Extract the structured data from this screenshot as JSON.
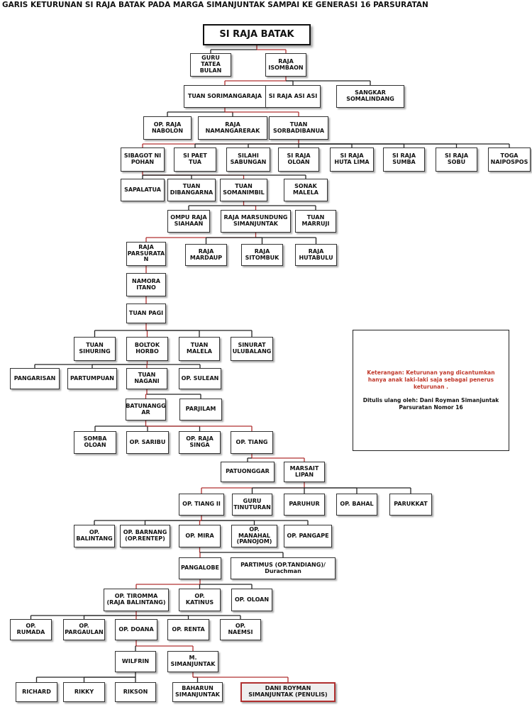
{
  "title": "GARIS KETURUNAN SI RAJA BATAK PADA MARGA SIMANJUNTAK SAMPAI KE GENERASI 16 PARSURATAN",
  "note": {
    "line1": "Keterangan: Keturunan yang dicantumkan hanya anak laki-laki saja sebagai penerus keturunan .",
    "line2": "Ditulis ulang oleh: Dani Royman Simanjuntak",
    "line3": "Parsuratan Nomor 16"
  },
  "nodes": [
    {
      "id": "si_raja_batak",
      "label": "SI RAJA BATAK",
      "highlight": "root"
    },
    {
      "id": "guru_tatea_bulan",
      "label": "GURU TATEA BULAN"
    },
    {
      "id": "raja_isombaon",
      "label": "RAJA ISOMBAON"
    },
    {
      "id": "tuan_sorimangaraja",
      "label": "TUAN SORIMANGARAJA"
    },
    {
      "id": "si_raja_asi_asi",
      "label": "SI RAJA ASI ASI"
    },
    {
      "id": "sangkar_somalindang",
      "label": "SANGKAR SOMALINDANG"
    },
    {
      "id": "op_raja_nabolon",
      "label": "OP. RAJA NABOLON"
    },
    {
      "id": "raja_namangarerak",
      "label": "RAJA NAMANGARERAK"
    },
    {
      "id": "tuan_sorbadibanua",
      "label": "TUAN SORBADIBANUA"
    },
    {
      "id": "sibagot_ni_pohan",
      "label": "SIBAGOT NI POHAN"
    },
    {
      "id": "si_paet_tua",
      "label": "SI PAET TUA"
    },
    {
      "id": "silahi_sabungan",
      "label": "SILAHI SABUNGAN"
    },
    {
      "id": "si_raja_oloan",
      "label": "SI RAJA OLOAN"
    },
    {
      "id": "si_raja_huta_lima",
      "label": "SI RAJA HUTA LIMA"
    },
    {
      "id": "si_raja_sumba",
      "label": "SI RAJA SUMBA"
    },
    {
      "id": "si_raja_sobu",
      "label": "SI RAJA SOBU"
    },
    {
      "id": "toga_naipospos",
      "label": "TOGA NAIPOSPOS"
    },
    {
      "id": "sapalatua",
      "label": "SAPALATUA"
    },
    {
      "id": "tuan_dibangarna",
      "label": "TUAN DIBANGARNA"
    },
    {
      "id": "tuan_somanimbil",
      "label": "TUAN SOMANIMBIL"
    },
    {
      "id": "sonak_malela",
      "label": "SONAK MALELA"
    },
    {
      "id": "ompu_raja_siahaan",
      "label": "OMPU RAJA SIAHAAN"
    },
    {
      "id": "raja_marsundung",
      "label": "RAJA MARSUNDUNG SIMANJUNTAK"
    },
    {
      "id": "tuan_marruji",
      "label": "TUAN MARRUJI"
    },
    {
      "id": "raja_parsuratan",
      "label": "RAJA PARSURATA N"
    },
    {
      "id": "raja_mardaup",
      "label": "RAJA MARDAUP"
    },
    {
      "id": "raja_sitombuk",
      "label": "RAJA SITOMBUK"
    },
    {
      "id": "raja_hutabulu",
      "label": "RAJA HUTABULU"
    },
    {
      "id": "namora_itano",
      "label": "NAMORA ITANO"
    },
    {
      "id": "tuan_pagi",
      "label": "TUAN PAGI"
    },
    {
      "id": "tuan_sihuring",
      "label": "TUAN SIHURING"
    },
    {
      "id": "boltok_horbo",
      "label": "BOLTOK HORBO"
    },
    {
      "id": "tuan_malela",
      "label": "TUAN MALELA"
    },
    {
      "id": "sinurat_ulubalang",
      "label": "SINURAT ULUBALANG"
    },
    {
      "id": "pangarisan",
      "label": "PANGARISAN"
    },
    {
      "id": "partumpuan",
      "label": "PARTUMPUAN"
    },
    {
      "id": "tuan_nagani",
      "label": "TUAN NAGANI"
    },
    {
      "id": "op_sulean",
      "label": "OP. SULEAN"
    },
    {
      "id": "batunanggar",
      "label": "BATUNANGG AR"
    },
    {
      "id": "parjilam",
      "label": "PARJILAM"
    },
    {
      "id": "somba_oloan",
      "label": "SOMBA OLOAN"
    },
    {
      "id": "op_saribu",
      "label": "OP. SARIBU"
    },
    {
      "id": "op_raja_singa",
      "label": "OP. RAJA SINGA"
    },
    {
      "id": "op_tiang",
      "label": "OP. TIANG"
    },
    {
      "id": "patuonggar",
      "label": "PATUONGGAR"
    },
    {
      "id": "marsait_lipan",
      "label": "MARSAIT LIPAN"
    },
    {
      "id": "op_tiang_ii",
      "label": "OP. TIANG II"
    },
    {
      "id": "guru_tinuturan",
      "label": "GURU TINUTURAN"
    },
    {
      "id": "paruhur",
      "label": "PARUHUR"
    },
    {
      "id": "op_bahal",
      "label": "OP. BAHAL"
    },
    {
      "id": "parukkat",
      "label": "PARUKKAT"
    },
    {
      "id": "op_balintang",
      "label": "OP. BALINTANG"
    },
    {
      "id": "op_barnang",
      "label": "OP. BARNANG (OP.RENTEP)"
    },
    {
      "id": "op_mira",
      "label": "OP. MIRA"
    },
    {
      "id": "op_manahal",
      "label": "OP. MANAHAL (PANOJOM)"
    },
    {
      "id": "op_pangape",
      "label": "OP. PANGAPE"
    },
    {
      "id": "pangalobe",
      "label": "PANGALOBE"
    },
    {
      "id": "partimus",
      "label": "PARTIMUS (OP.TANDIANG)/ Durachman"
    },
    {
      "id": "op_tiromma",
      "label": "OP. TIROMMA (RAJA BALINTANG)"
    },
    {
      "id": "op_katinus",
      "label": "OP. KATINUS"
    },
    {
      "id": "op_oloan",
      "label": "OP. OLOAN"
    },
    {
      "id": "op_rumada",
      "label": "OP. RUMADA"
    },
    {
      "id": "op_pargaulan",
      "label": "OP. PARGAULAN"
    },
    {
      "id": "op_doana",
      "label": "OP. DOANA"
    },
    {
      "id": "op_renta",
      "label": "OP. RENTA"
    },
    {
      "id": "op_naemsi",
      "label": "OP. NAEMSI"
    },
    {
      "id": "wilfrin",
      "label": "WILFRIN"
    },
    {
      "id": "m_simanjuntak",
      "label": "M. SIMANJUNTAK"
    },
    {
      "id": "richard",
      "label": "RICHARD"
    },
    {
      "id": "rikky",
      "label": "RIKKY"
    },
    {
      "id": "rikson",
      "label": "RIKSON"
    },
    {
      "id": "baharun_simanjuntak",
      "label": "BAHARUN SIMANJUNTAK"
    },
    {
      "id": "dani_royman",
      "label": "DANI ROYMAN SIMANJUNTAK (PENULIS)",
      "highlight": "author"
    }
  ],
  "edges": [
    {
      "parent": "si_raja_batak",
      "children": [
        "guru_tatea_bulan",
        "raja_isombaon"
      ],
      "lineage": "raja_isombaon"
    },
    {
      "parent": "raja_isombaon",
      "children": [
        "tuan_sorimangaraja",
        "si_raja_asi_asi",
        "sangkar_somalindang"
      ],
      "lineage": "tuan_sorimangaraja"
    },
    {
      "parent": "tuan_sorimangaraja",
      "children": [
        "op_raja_nabolon",
        "raja_namangarerak",
        "tuan_sorbadibanua"
      ],
      "lineage": "tuan_sorbadibanua"
    },
    {
      "parent": "tuan_sorbadibanua",
      "children": [
        "sibagot_ni_pohan",
        "si_paet_tua",
        "silahi_sabungan",
        "si_raja_oloan",
        "si_raja_huta_lima",
        "si_raja_sumba",
        "si_raja_sobu",
        "toga_naipospos"
      ],
      "lineage": "sibagot_ni_pohan"
    },
    {
      "parent": "sibagot_ni_pohan",
      "children": [
        "sapalatua",
        "tuan_dibangarna",
        "tuan_somanimbil",
        "sonak_malela"
      ],
      "lineage": "tuan_somanimbil"
    },
    {
      "parent": "tuan_somanimbil",
      "children": [
        "ompu_raja_siahaan",
        "raja_marsundung",
        "tuan_marruji"
      ],
      "lineage": "raja_marsundung"
    },
    {
      "parent": "raja_marsundung",
      "children": [
        "raja_parsuratan",
        "raja_mardaup",
        "raja_sitombuk",
        "raja_hutabulu"
      ],
      "lineage": "raja_parsuratan"
    },
    {
      "parent": "raja_parsuratan",
      "children": [
        "namora_itano"
      ],
      "lineage": "namora_itano"
    },
    {
      "parent": "namora_itano",
      "children": [
        "tuan_pagi"
      ],
      "lineage": "tuan_pagi"
    },
    {
      "parent": "tuan_pagi",
      "children": [
        "tuan_sihuring",
        "boltok_horbo",
        "tuan_malela",
        "sinurat_ulubalang"
      ],
      "lineage": "boltok_horbo"
    },
    {
      "parent": "boltok_horbo",
      "children": [
        "pangarisan",
        "partumpuan",
        "tuan_nagani",
        "op_sulean"
      ],
      "lineage": "tuan_nagani"
    },
    {
      "parent": "tuan_nagani",
      "children": [
        "batunanggar",
        "parjilam"
      ],
      "lineage": "batunanggar"
    },
    {
      "parent": "batunanggar",
      "children": [
        "somba_oloan",
        "op_saribu",
        "op_raja_singa",
        "op_tiang"
      ],
      "lineage": "op_tiang"
    },
    {
      "parent": "op_tiang",
      "children": [
        "patuonggar",
        "marsait_lipan"
      ],
      "lineage": "marsait_lipan"
    },
    {
      "parent": "marsait_lipan",
      "children": [
        "op_tiang_ii",
        "guru_tinuturan",
        "paruhur",
        "op_bahal",
        "parukkat"
      ],
      "lineage": "op_tiang_ii"
    },
    {
      "parent": "op_tiang_ii",
      "children": [
        "op_balintang",
        "op_barnang",
        "op_mira",
        "op_manahal",
        "op_pangape"
      ],
      "lineage": "op_mira"
    },
    {
      "parent": "op_mira",
      "children": [
        "pangalobe",
        "partimus"
      ],
      "lineage": "pangalobe"
    },
    {
      "parent": "pangalobe",
      "children": [
        "op_tiromma",
        "op_katinus",
        "op_oloan"
      ],
      "lineage": "op_tiromma"
    },
    {
      "parent": "op_tiromma",
      "children": [
        "op_rumada",
        "op_pargaulan",
        "op_doana",
        "op_renta",
        "op_naemsi"
      ],
      "lineage": "op_doana"
    },
    {
      "parent": "op_doana",
      "children": [
        "wilfrin",
        "m_simanjuntak"
      ],
      "lineage": "m_simanjuntak"
    },
    {
      "parent": "wilfrin",
      "children": [
        "richard",
        "rikky",
        "rikson"
      ],
      "lineage": ""
    },
    {
      "parent": "m_simanjuntak",
      "children": [
        "baharun_simanjuntak",
        "dani_royman"
      ],
      "lineage": "dani_royman"
    }
  ],
  "colors": {
    "lineage": "#b03030",
    "branch": "#222222",
    "box_border": "#333333",
    "note_red": "#c0392b"
  }
}
